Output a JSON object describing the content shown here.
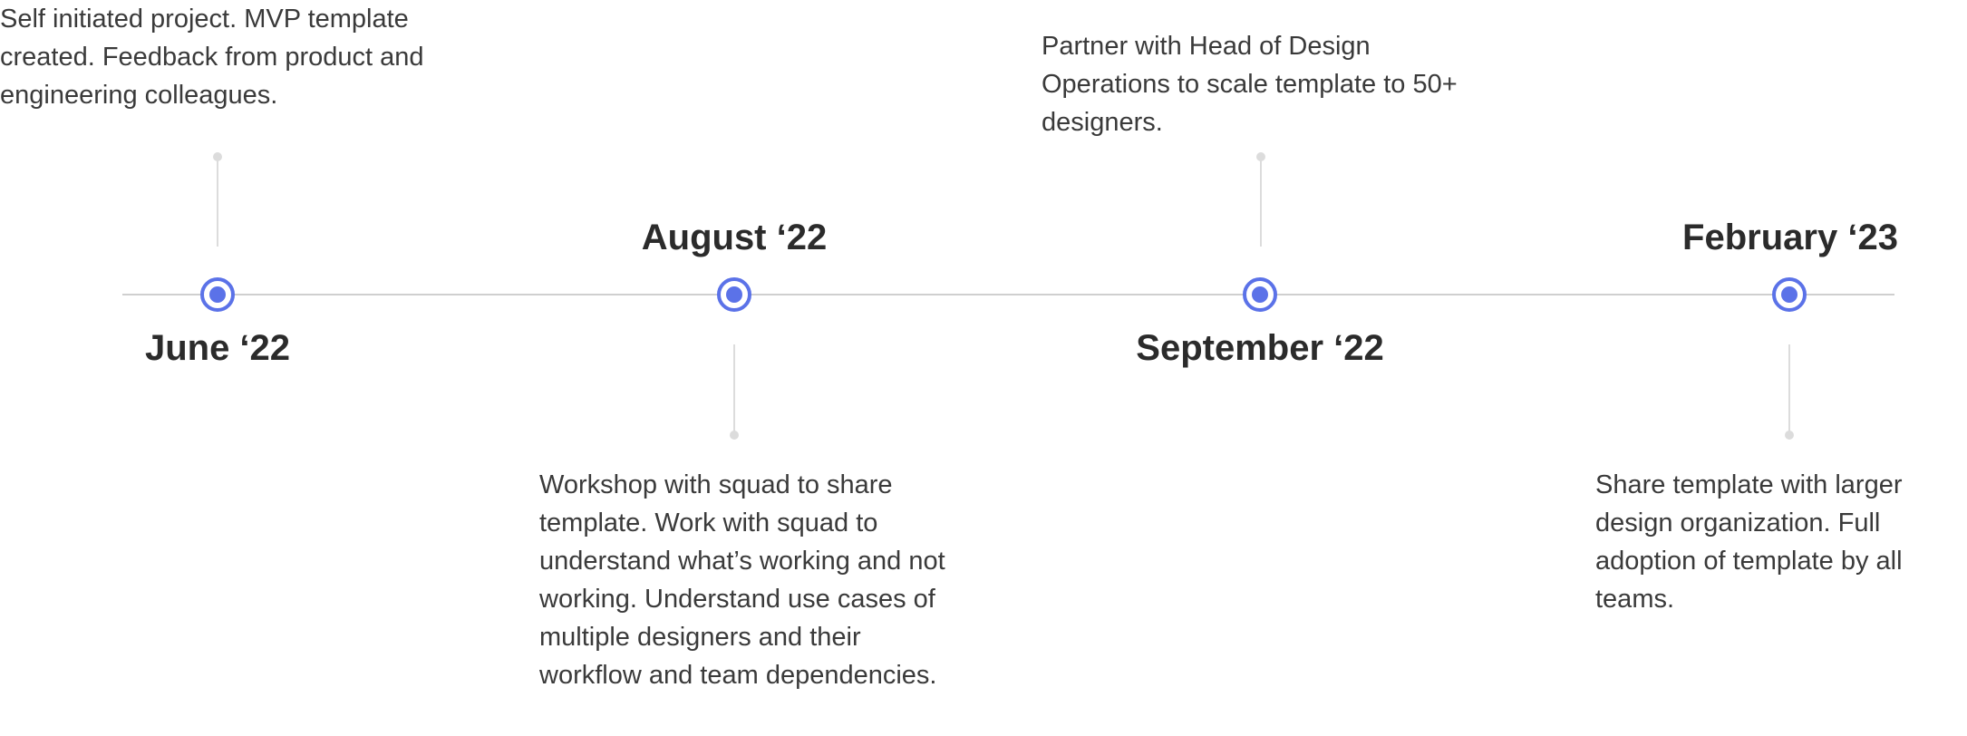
{
  "timeline": {
    "accent_color": "#5b72e8",
    "line_color": "#cfcfcf",
    "milestones": [
      {
        "date": "June ‘22",
        "description": "Self initiated project. MVP template created. Feedback from product and engineering colleagues."
      },
      {
        "date": "August ‘22",
        "description": "Workshop with squad to share template. Work with squad to understand what’s working and not working. Understand use cases of multiple designers and their workflow and team dependencies."
      },
      {
        "date": "September ‘22",
        "description": "Partner with Head of Design Operations to scale template to 50+ designers."
      },
      {
        "date": "February ‘23",
        "description": "Share template with larger design organization. Full adoption of template by all teams."
      }
    ]
  }
}
